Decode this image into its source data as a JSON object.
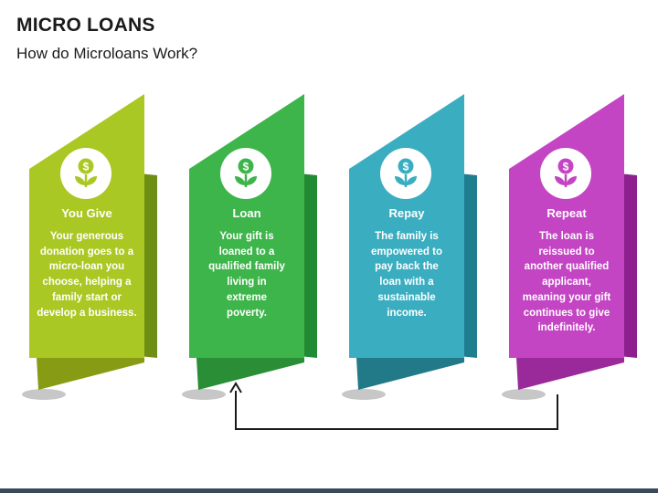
{
  "header": {
    "title": "MICRO LOANS",
    "subtitle": "How do Microloans Work?"
  },
  "steps": [
    {
      "title": "You Give",
      "lines": [
        "Your generous",
        "donation goes to a",
        "micro-loan you",
        "choose, helping a",
        "family start or",
        "develop a business."
      ],
      "front_color": "#aac823",
      "back_color": "#6f8f14",
      "ribbon_color": "#879b14",
      "icon_color": "#aac823",
      "icon": "money-plant-icon"
    },
    {
      "title": "Loan",
      "lines": [
        "Your gift is",
        "loaned to a",
        "qualified family",
        "living in",
        "extreme",
        "poverty."
      ],
      "front_color": "#3db54a",
      "back_color": "#218a34",
      "ribbon_color": "#2a8e36",
      "icon_color": "#3db54a",
      "icon": "money-plant-icon"
    },
    {
      "title": "Repay",
      "lines": [
        "The family is",
        "empowered to",
        "pay back the",
        "loan with a",
        "sustainable",
        "income."
      ],
      "front_color": "#3aaec0",
      "back_color": "#1e7d8e",
      "ribbon_color": "#227a89",
      "icon_color": "#3aaec0",
      "icon": "money-plant-icon"
    },
    {
      "title": "Repeat",
      "lines": [
        "The loan is",
        "reissued to",
        "another qualified",
        "applicant,",
        "meaning your gift",
        "continues to give",
        "indefinitely."
      ],
      "front_color": "#c445c4",
      "back_color": "#8e1f8e",
      "ribbon_color": "#9a2a9a",
      "icon_color": "#c445c4",
      "icon": "money-plant-icon"
    }
  ],
  "connector": {
    "from_step": "Repeat",
    "to_step": "Loan",
    "color": "#1a1a1a"
  }
}
